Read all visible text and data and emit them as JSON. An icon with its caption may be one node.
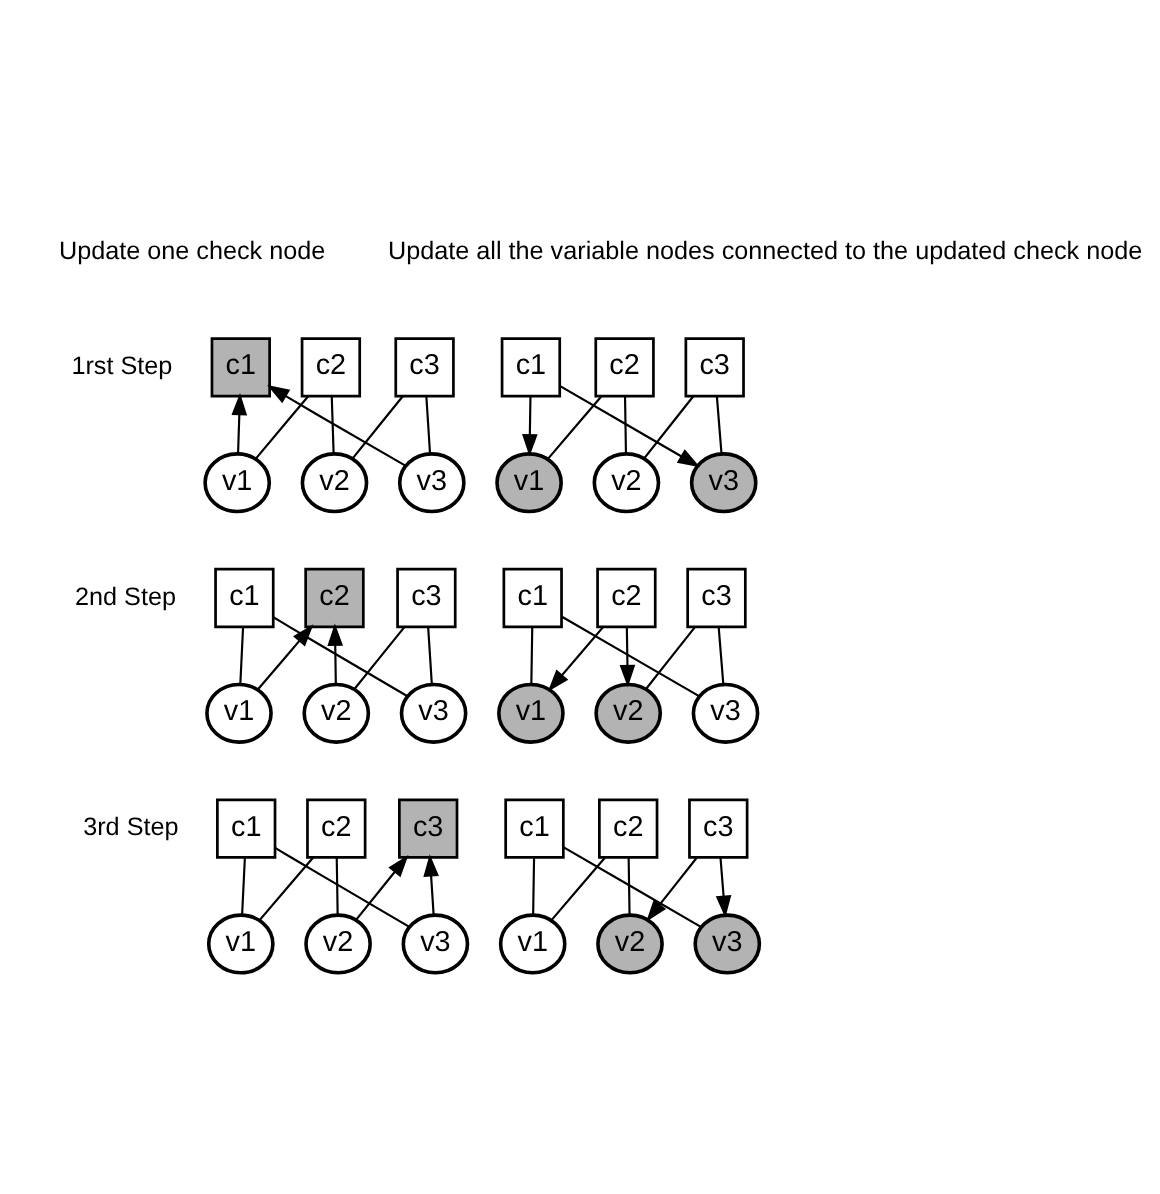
{
  "diagram": {
    "nodes": [
      {
        "text": [
          "c1"
        ]
      },
      {
        "text": [
          "c2"
        ]
      },
      {
        "text": [
          "c3"
        ]
      },
      {
        "text": [
          "v1"
        ]
      },
      {
        "text": [
          "v2"
        ]
      },
      {
        "text": [
          "v3"
        ]
      },
      {
        "text": [
          "c1"
        ]
      },
      {
        "text": [
          "c2"
        ]
      },
      {
        "text": [
          "c3"
        ]
      },
      {
        "text": [
          "v1"
        ]
      },
      {
        "text": [
          "v2"
        ]
      },
      {
        "text": [
          "v3"
        ]
      },
      {
        "text": [
          "c1"
        ]
      },
      {
        "text": [
          "c2"
        ]
      },
      {
        "text": [
          "c3"
        ]
      },
      {
        "text": [
          "v1"
        ]
      },
      {
        "text": [
          "v2"
        ]
      },
      {
        "text": [
          "v3"
        ]
      },
      {
        "text": [
          "c1"
        ]
      },
      {
        "text": [
          "c2"
        ]
      },
      {
        "text": [
          "c3"
        ]
      },
      {
        "text": [
          "v1"
        ]
      },
      {
        "text": [
          "v2"
        ]
      },
      {
        "text": [
          "v3"
        ]
      },
      {
        "text": [
          "c1"
        ]
      },
      {
        "text": [
          "c2"
        ]
      },
      {
        "text": [
          "c3"
        ]
      },
      {
        "text": [
          "v1"
        ]
      },
      {
        "text": [
          "v2"
        ]
      },
      {
        "text": [
          "v3"
        ]
      },
      {
        "text": [
          "c1"
        ]
      },
      {
        "text": [
          "c2"
        ]
      },
      {
        "text": [
          "c3"
        ]
      },
      {
        "text": [
          "v1"
        ]
      },
      {
        "text": [
          "v2"
        ]
      },
      {
        "text": [
          "v3"
        ]
      }
    ],
    "edges": [
      {
        "from": 3,
        "to": 0,
        "arrow": "to"
      },
      {
        "from": 5,
        "to": 0,
        "arrow": "to"
      },
      {
        "from": 1,
        "to": 3,
        "arrow": "none"
      },
      {
        "from": 1,
        "to": 4,
        "arrow": "none"
      },
      {
        "from": 2,
        "to": 4,
        "arrow": "none"
      },
      {
        "from": 2,
        "to": 5,
        "arrow": "none"
      },
      {
        "from": 6,
        "to": 9,
        "arrow": "to"
      },
      {
        "from": 6,
        "to": 11,
        "arrow": "to"
      },
      {
        "from": 7,
        "to": 9,
        "arrow": "none"
      },
      {
        "from": 7,
        "to": 10,
        "arrow": "none"
      },
      {
        "from": 8,
        "to": 10,
        "arrow": "none"
      },
      {
        "from": 8,
        "to": 11,
        "arrow": "none"
      },
      {
        "from": 12,
        "to": 15,
        "arrow": "none"
      },
      {
        "from": 12,
        "to": 17,
        "arrow": "none"
      },
      {
        "from": 15,
        "to": 13,
        "arrow": "to"
      },
      {
        "from": 16,
        "to": 13,
        "arrow": "to"
      },
      {
        "from": 14,
        "to": 16,
        "arrow": "none"
      },
      {
        "from": 14,
        "to": 17,
        "arrow": "none"
      },
      {
        "from": 18,
        "to": 21,
        "arrow": "none"
      },
      {
        "from": 18,
        "to": 23,
        "arrow": "none"
      },
      {
        "from": 19,
        "to": 21,
        "arrow": "to"
      },
      {
        "from": 19,
        "to": 22,
        "arrow": "to"
      },
      {
        "from": 20,
        "to": 22,
        "arrow": "none"
      },
      {
        "from": 20,
        "to": 23,
        "arrow": "none"
      },
      {
        "from": 24,
        "to": 27,
        "arrow": "none"
      },
      {
        "from": 24,
        "to": 29,
        "arrow": "none"
      },
      {
        "from": 25,
        "to": 27,
        "arrow": "none"
      },
      {
        "from": 25,
        "to": 28,
        "arrow": "none"
      },
      {
        "from": 28,
        "to": 26,
        "arrow": "to"
      },
      {
        "from": 29,
        "to": 26,
        "arrow": "to"
      },
      {
        "from": 30,
        "to": 33,
        "arrow": "none"
      },
      {
        "from": 30,
        "to": 35,
        "arrow": "none"
      },
      {
        "from": 31,
        "to": 33,
        "arrow": "none"
      },
      {
        "from": 31,
        "to": 34,
        "arrow": "none"
      },
      {
        "from": 32,
        "to": 34,
        "arrow": "to"
      },
      {
        "from": 32,
        "to": 35,
        "arrow": "to"
      }
    ],
    "labels": [
      "Update one check node",
      "Update all the variable nodes connected to the updated check node",
      "1rst Step",
      "2nd Step",
      "3rd Step"
    ]
  }
}
